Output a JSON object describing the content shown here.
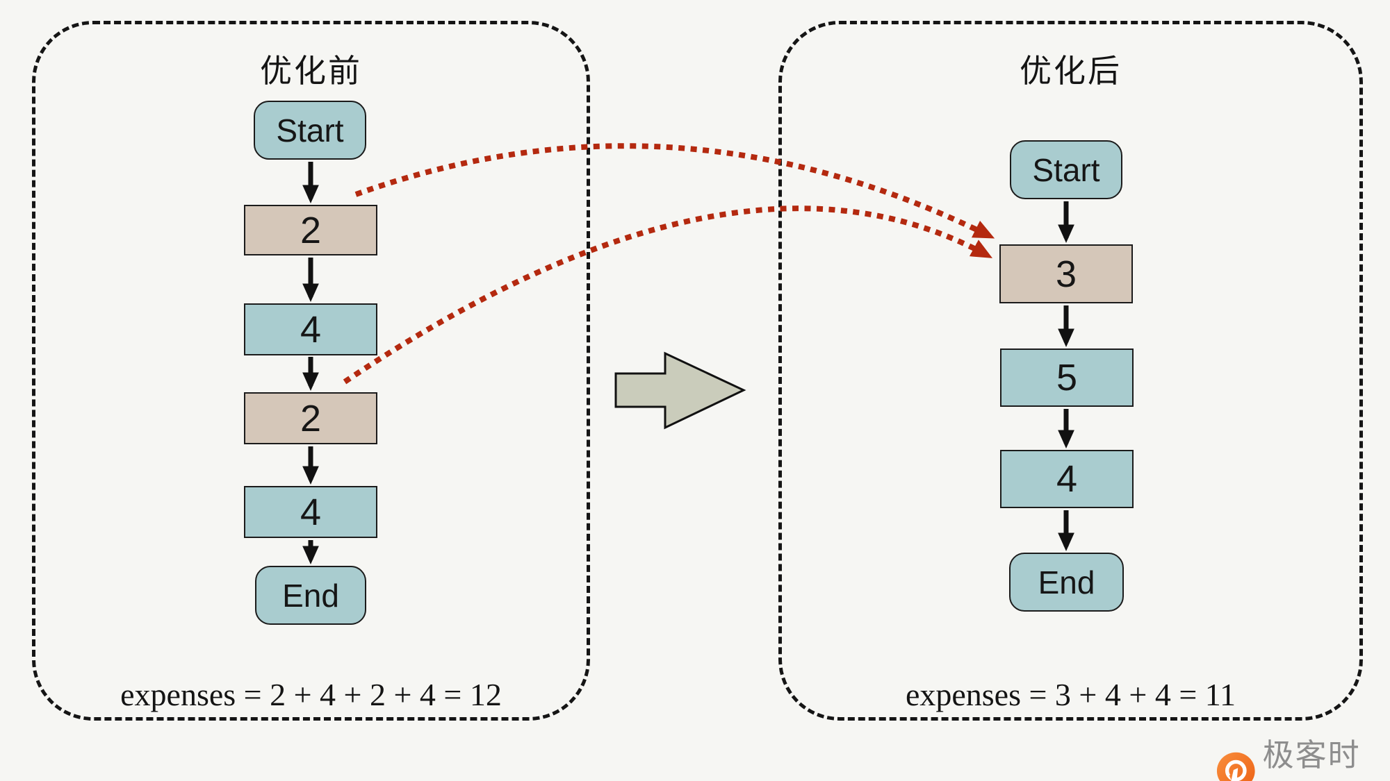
{
  "colors": {
    "background": "#f6f6f3",
    "node_teal": "#a9cccf",
    "node_tan": "#d5c7b9",
    "node_border": "#1b1b1b",
    "flow_arrow_black": "#111111",
    "optimize_arrow_red": "#b4290f",
    "block_arrow_fill": "#caccbb",
    "panel_border_black": "#151515",
    "logo_orange": "#f06f1e",
    "logo_text_gray": "#8d8d8d"
  },
  "panel_before": {
    "title": "优化前",
    "nodes": [
      {
        "label": "Start",
        "shape": "terminal",
        "fill": "teal"
      },
      {
        "label": "2",
        "shape": "process",
        "fill": "tan"
      },
      {
        "label": "4",
        "shape": "process",
        "fill": "teal"
      },
      {
        "label": "2",
        "shape": "process",
        "fill": "tan"
      },
      {
        "label": "4",
        "shape": "process",
        "fill": "teal"
      },
      {
        "label": "End",
        "shape": "terminal",
        "fill": "teal"
      }
    ],
    "expenses_formula": "expenses = 2 + 4 + 2 + 4 = 12"
  },
  "panel_after": {
    "title": "优化后",
    "nodes": [
      {
        "label": "Start",
        "shape": "terminal",
        "fill": "teal"
      },
      {
        "label": "3",
        "shape": "process",
        "fill": "tan"
      },
      {
        "label": "5",
        "shape": "process",
        "fill": "teal"
      },
      {
        "label": "4",
        "shape": "process",
        "fill": "teal"
      },
      {
        "label": "End",
        "shape": "terminal",
        "fill": "teal"
      }
    ],
    "expenses_formula": "expenses = 3 + 4 + 4 = 11"
  },
  "watermark": {
    "brand": "极客时间"
  }
}
